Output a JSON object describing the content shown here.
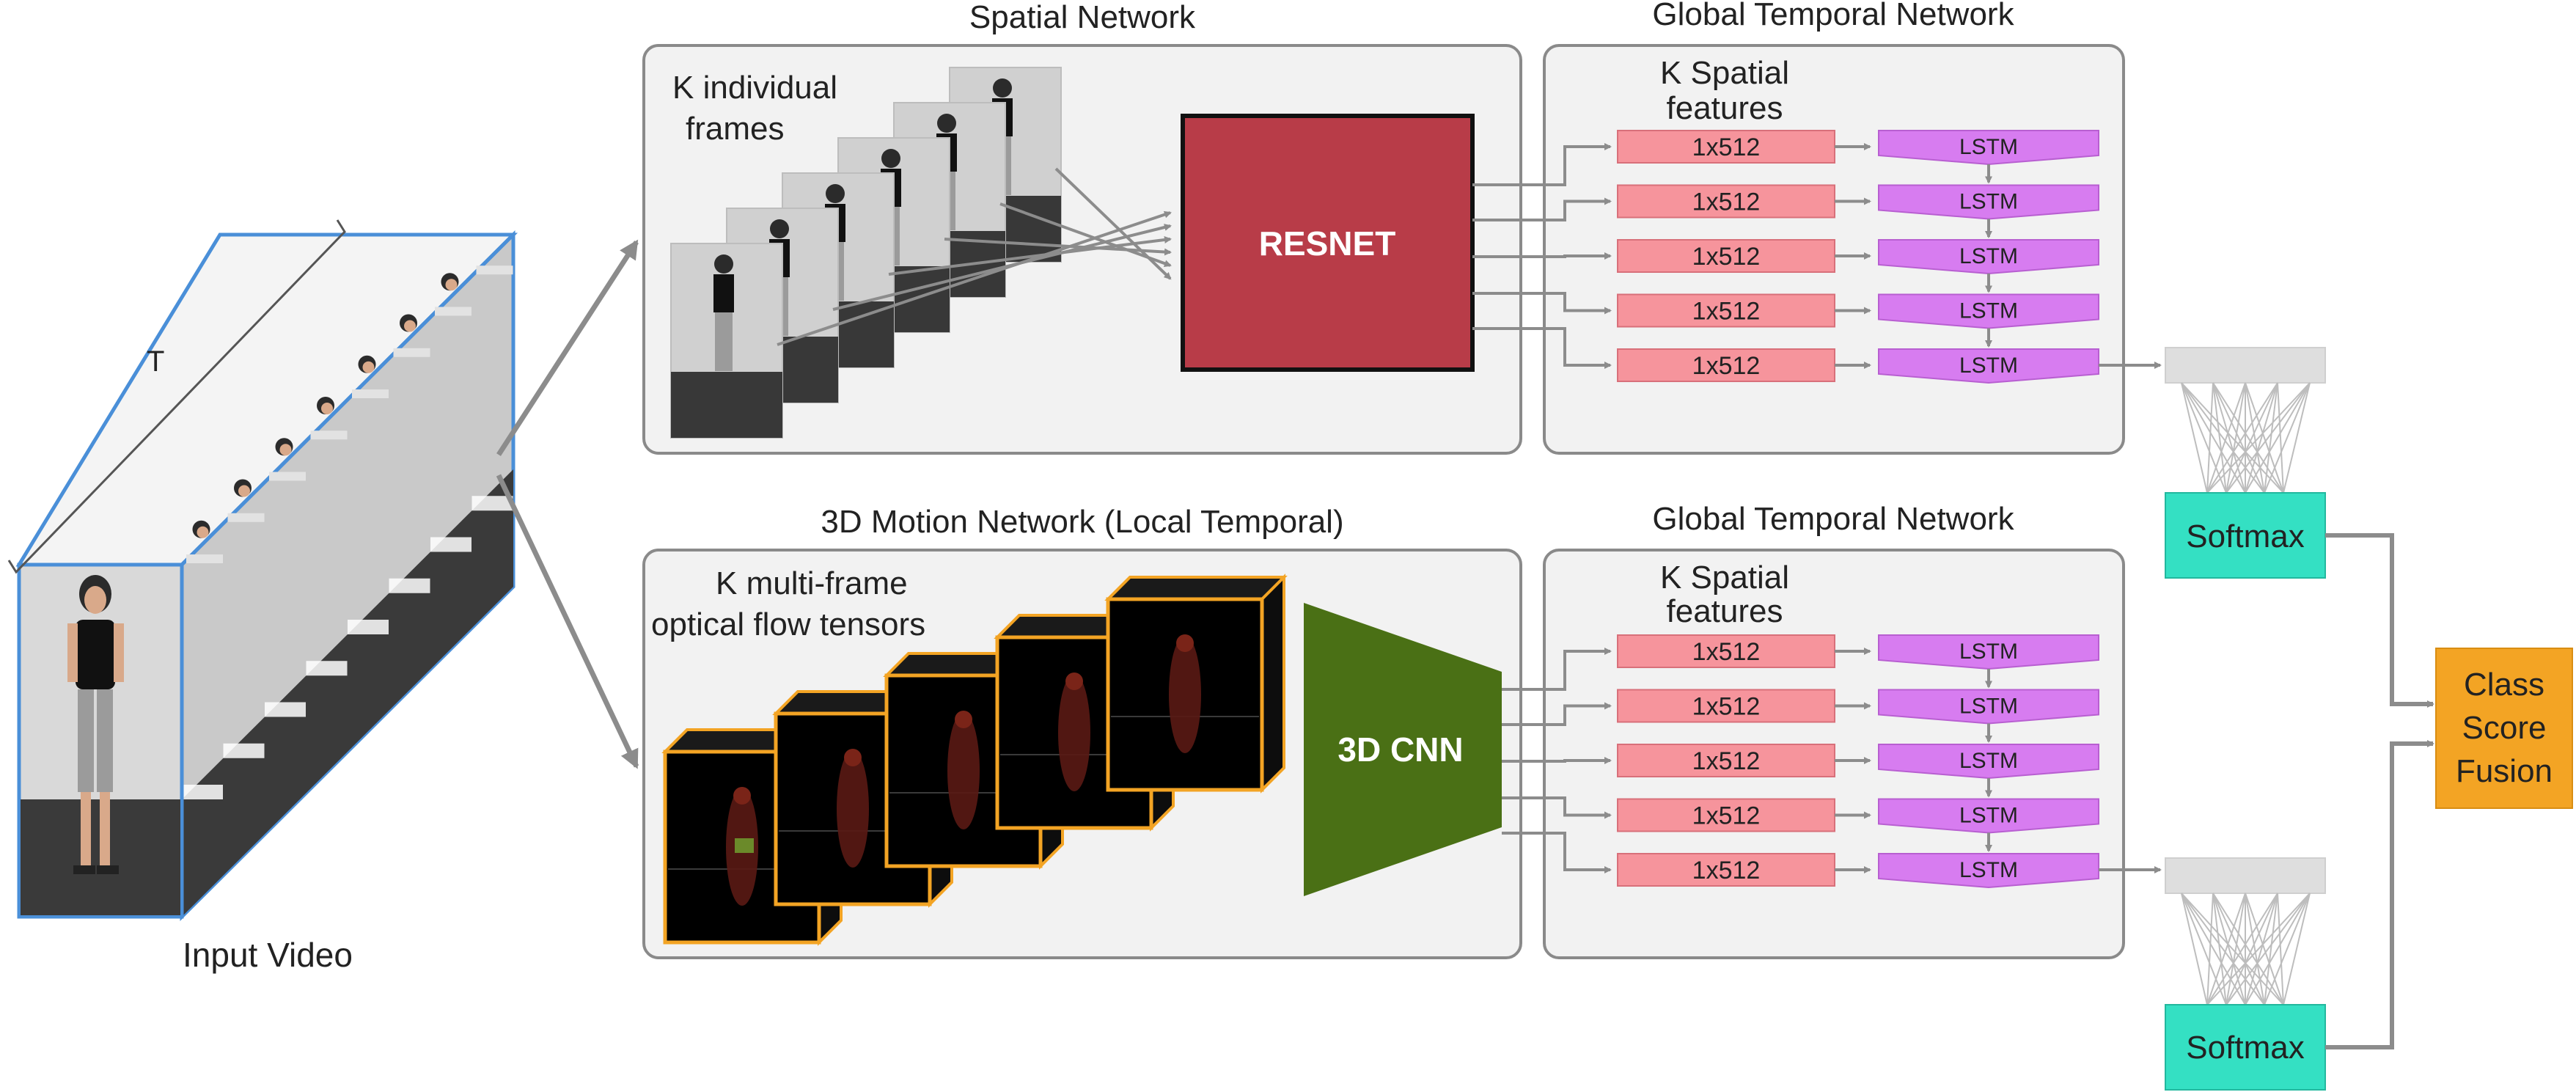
{
  "input_video": {
    "label": "Input Video",
    "time_label": "T",
    "stack_count": 8
  },
  "spatial_network": {
    "title": "Spatial Network",
    "frames_label_lines": [
      "K individual",
      "frames"
    ],
    "frame_count": 6,
    "backbone_label": "RESNET"
  },
  "motion_network": {
    "title": "3D Motion Network (Local Temporal)",
    "tensors_label_lines": [
      "K multi-frame",
      "optical flow tensors"
    ],
    "tensor_count": 5,
    "backbone_label": "3D CNN"
  },
  "global_temporal_top": {
    "title": "Global Temporal Network",
    "features_label_lines": [
      "K Spatial",
      "features"
    ],
    "feature_labels": [
      "1x512",
      "1x512",
      "1x512",
      "1x512",
      "1x512"
    ],
    "lstm_labels": [
      "LSTM",
      "LSTM",
      "LSTM",
      "LSTM",
      "LSTM"
    ]
  },
  "global_temporal_bottom": {
    "title": "Global Temporal Network",
    "features_label_lines": [
      "K Spatial",
      "features"
    ],
    "feature_labels": [
      "1x512",
      "1x512",
      "1x512",
      "1x512",
      "1x512"
    ],
    "lstm_labels": [
      "LSTM",
      "LSTM",
      "LSTM",
      "LSTM",
      "LSTM"
    ]
  },
  "softmax_top": {
    "label": "Softmax"
  },
  "softmax_bottom": {
    "label": "Softmax"
  },
  "fusion": {
    "label_lines": [
      "Class",
      "Score",
      "Fusion"
    ]
  },
  "colors": {
    "panel_fill": "#f2f2f2",
    "panel_stroke": "#8a8a8a",
    "resnet": "#b83c48",
    "cnn3d": "#4a7015",
    "feature_box": "#f6949c",
    "lstm": "#d77cf0",
    "softmax": "#34e0c3",
    "fusion": "#f3a424",
    "frame_border": "#4a8fd8",
    "tensor_border": "#f3a424",
    "arrow": "#8c8c8c"
  }
}
